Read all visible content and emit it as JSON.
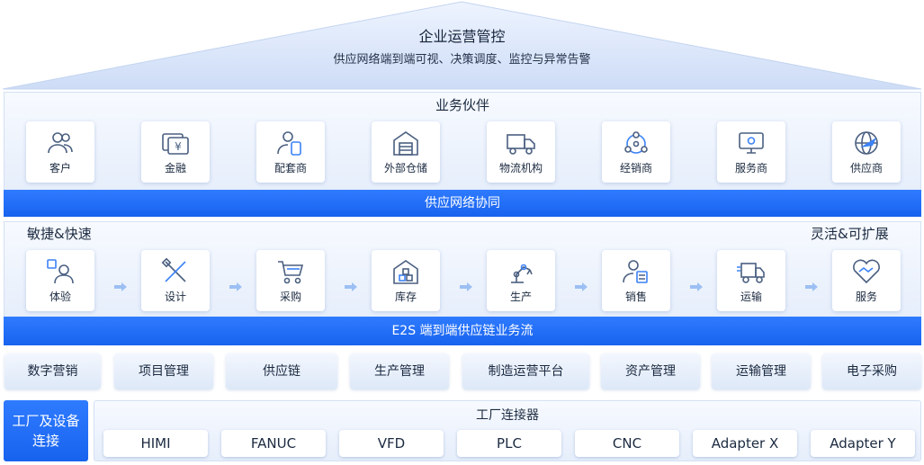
{
  "roof": {
    "title": "企业运营管控",
    "subtitle": "供应网络端到端可视、决策调度、监控与异常告警"
  },
  "partners": {
    "title": "业务伙伴",
    "items": [
      {
        "label": "客户",
        "icon": "customers-icon"
      },
      {
        "label": "金融",
        "icon": "finance-icon"
      },
      {
        "label": "配套商",
        "icon": "supporting-vendor-icon"
      },
      {
        "label": "外部仓储",
        "icon": "warehouse-icon"
      },
      {
        "label": "物流机构",
        "icon": "truck-icon"
      },
      {
        "label": "经销商",
        "icon": "dealer-network-icon"
      },
      {
        "label": "服务商",
        "icon": "service-provider-icon"
      },
      {
        "label": "供应商",
        "icon": "supplier-globe-icon"
      }
    ]
  },
  "collab_bar": "供应网络协同",
  "process": {
    "left_label": "敏捷&快速",
    "right_label": "灵活&可扩展",
    "steps": [
      {
        "label": "体验",
        "icon": "experience-icon"
      },
      {
        "label": "设计",
        "icon": "design-tools-icon"
      },
      {
        "label": "采购",
        "icon": "shopping-cart-icon"
      },
      {
        "label": "库存",
        "icon": "inventory-icon"
      },
      {
        "label": "生产",
        "icon": "robot-arm-icon"
      },
      {
        "label": "销售",
        "icon": "sales-person-icon"
      },
      {
        "label": "运输",
        "icon": "delivery-truck-icon"
      },
      {
        "label": "服务",
        "icon": "handshake-icon"
      }
    ]
  },
  "e2s_bar": "E2S 端到端供应链业务流",
  "modules": [
    "数字营销",
    "项目管理",
    "供应链",
    "生产管理",
    "制造运营平台",
    "资产管理",
    "运输管理",
    "电子采购"
  ],
  "factory": {
    "box_line1": "工厂及设备",
    "box_line2": "连接",
    "connector_title": "工厂连接器",
    "connectors": [
      "HIMI",
      "FANUC",
      "VFD",
      "PLC",
      "CNC",
      "Adapter X",
      "Adapter Y"
    ]
  },
  "colors": {
    "accent_blue": "#1f6ff5",
    "icon_stroke": "#4a5f80",
    "icon_accent": "#3b82f6"
  }
}
